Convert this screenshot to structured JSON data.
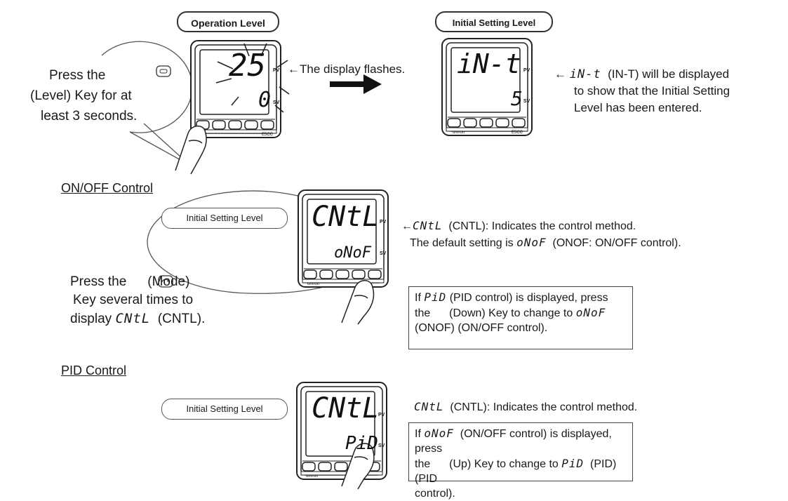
{
  "labels": {
    "operation_level": "Operation Level",
    "initial_setting_level": "Initial Setting Level",
    "initial_setting_level_2": "Initial Setting Level",
    "initial_setting_level_3": "Initial Setting Level"
  },
  "sections": {
    "onoff_heading": "ON/OFF Control",
    "pid_heading": "PID Control"
  },
  "bubble1": {
    "line1": "Press the",
    "line2": "(Level) Key for at",
    "line3": "least 3 seconds."
  },
  "bubble2": {
    "line1_a": "Press the",
    "line1_b": "(Mode)",
    "line2": "Key several times to",
    "line3_a": "display",
    "line3_seg": "CNtL",
    "line3_b": "(CNTL)."
  },
  "top": {
    "flash_note": "←The display flashes.",
    "init_note_arrow": "←",
    "init_note_seg": "iN-t",
    "init_note_l1": "(IN-T) will be displayed",
    "init_note_l2": "to show that the Initial Setting",
    "init_note_l3": "Level has been entered."
  },
  "onoff": {
    "note_arrow": "←",
    "note_seg": "CNtL",
    "note_l1": "(CNTL): Indicates the control method.",
    "note_l2_a": "The default setting is",
    "note_l2_seg": "oNoF",
    "note_l2_b": "(ONOF: ON/OFF control).",
    "box_l1_seg": "PiD",
    "box_l1": "(PID control) is displayed, press",
    "box_l1_pre": "If",
    "box_l2_a": "the",
    "box_l2_b": "(Down) Key to change to",
    "box_l2_seg": "oNoF",
    "box_l3": "(ONOF) (ON/OFF control)."
  },
  "pid": {
    "note_seg": "CNtL",
    "note": "(CNTL): Indicates the control method.",
    "box_l1_pre": "If",
    "box_l1_seg": "oNoF",
    "box_l1": "(ON/OFF control) is displayed, press",
    "box_l2_a": "the",
    "box_l2_b": "(Up) Key to change to",
    "box_l2_seg": "PiD",
    "box_l2_c": "(PID) (PID",
    "box_l3": "control)."
  },
  "displays": {
    "d1_pv": "25",
    "d1_sv": "0",
    "d2_pv": "iN-t",
    "d2_sv": "5",
    "d3_pv": "CNtL",
    "d3_sv": "oNoF",
    "d4_pv": "CNtL",
    "d4_sv": "PiD",
    "pv_tag": "PV",
    "sv_tag": "SV",
    "brand": "omron",
    "model": "E5CC"
  }
}
